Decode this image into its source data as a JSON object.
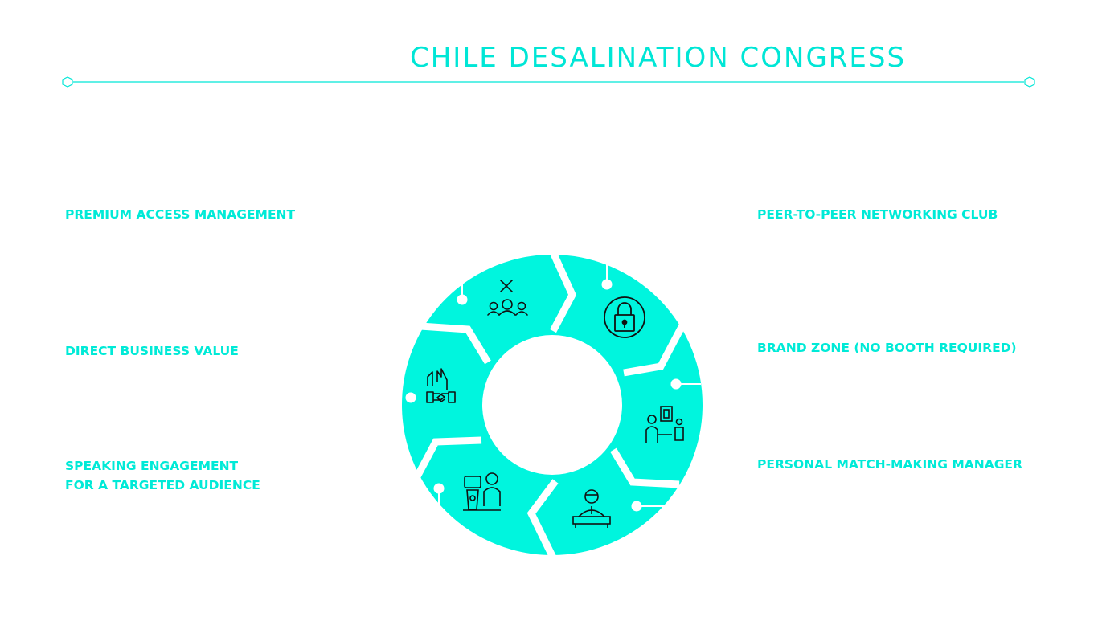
{
  "title": "CHILE DESALINATION CONGRESS",
  "labels": {
    "premium_access": "PREMIUM ACCESS MANAGEMENT",
    "direct_business": "DIRECT BUSINESS VALUE",
    "speaking_line1": "SPEAKING ENGAGEMENT",
    "speaking_line2": "FOR A TARGETED AUDIENCE",
    "peer_networking": "PEER-TO-PEER NETWORKING CLUB",
    "brand_zone": "BRAND ZONE (NO BOOTH REQUIRED)",
    "matchmaking": "PERSONAL MATCH-MAKING MANAGER"
  },
  "cycle_icons": [
    "networking-people-icon",
    "lock-icon",
    "exhibitor-display-icon",
    "manager-desk-icon",
    "speaker-podium-icon",
    "handshake-icon"
  ],
  "colors": {
    "accent": "#00e6d6",
    "segment": "#00f5de",
    "icon_stroke": "#111111"
  }
}
